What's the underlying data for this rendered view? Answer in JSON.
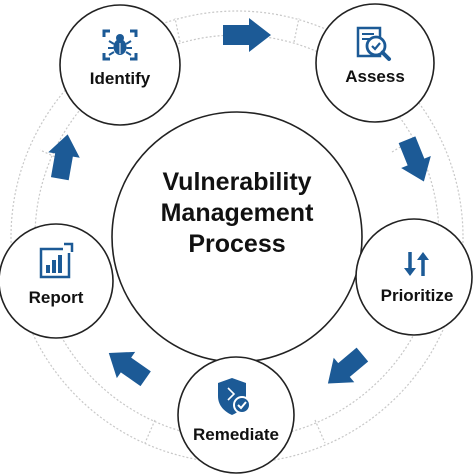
{
  "title": {
    "lines": [
      "Vulnerability",
      "Management",
      "Process"
    ]
  },
  "steps": [
    {
      "label": "Identify",
      "icon": "bug-target-icon"
    },
    {
      "label": "Assess",
      "icon": "document-magnifier-icon"
    },
    {
      "label": "Prioritize",
      "icon": "sort-arrows-icon"
    },
    {
      "label": "Remediate",
      "icon": "shield-check-icon"
    },
    {
      "label": "Report",
      "icon": "bar-chart-report-icon"
    }
  ],
  "colors": {
    "accent": "#1c5a96",
    "outline": "#222222",
    "ring": "#c8c8c8",
    "background": "#ffffff",
    "text": "#111111"
  }
}
